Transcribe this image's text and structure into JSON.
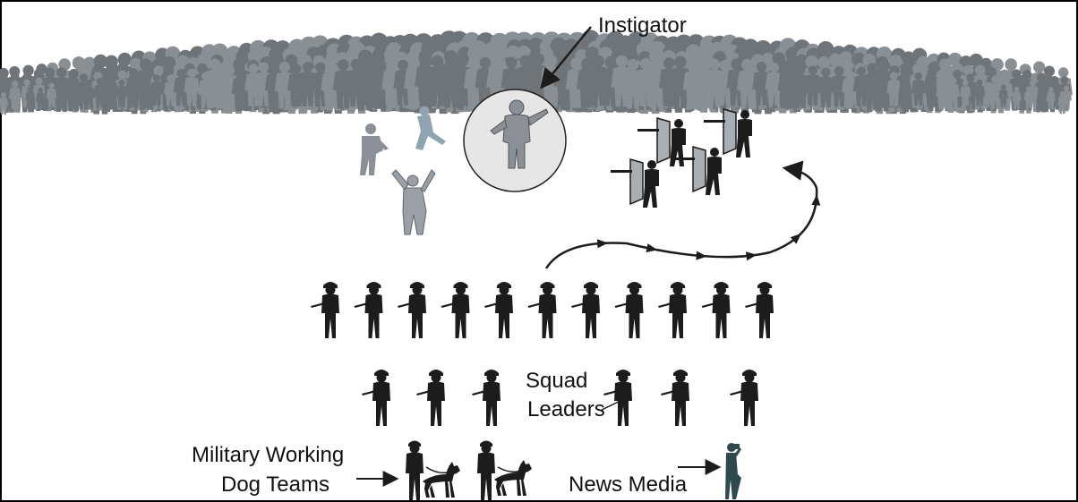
{
  "labels": {
    "instigator": "Instigator",
    "squad_line1": "Squad",
    "squad_line2": "Leaders",
    "dog_line1": "Military Working",
    "dog_line2": "Dog Teams",
    "news_media": "News Media"
  },
  "colors": {
    "crowd": "#8a8f93",
    "crowd_dark": "#6f7479",
    "rioter": "#8a9096",
    "soldier": "#1c1c1c",
    "highlight_fill": "#e6e6e6",
    "news_media": "#2f4a4f",
    "border": "#000000"
  },
  "groups": {
    "front_line_soldiers": 11,
    "squad_leaders": 6,
    "shield_team": 4,
    "dog_teams": 2,
    "rioters": 3
  }
}
